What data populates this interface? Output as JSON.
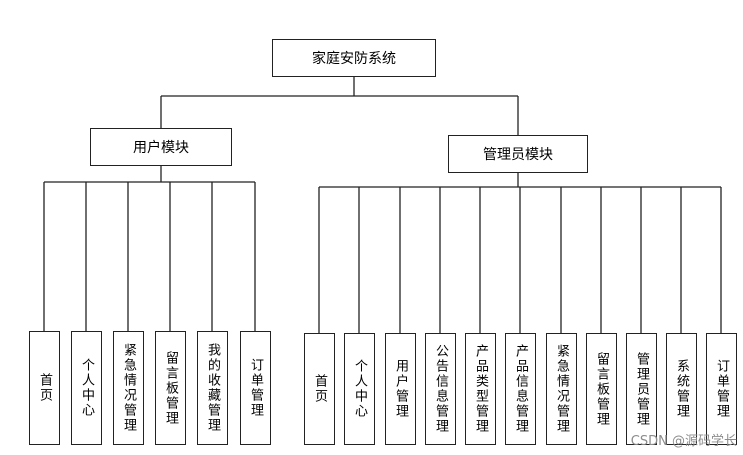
{
  "root": {
    "label": "家庭安防系统"
  },
  "user_module": {
    "label": "用户模块",
    "items": [
      "首页",
      "个人中心",
      "紧急情况管理",
      "留言板管理",
      "我的收藏管理",
      "订单管理"
    ]
  },
  "admin_module": {
    "label": "管理员模块",
    "items": [
      "首页",
      "个人中心",
      "用户管理",
      "公告信息管理",
      "产品类型管理",
      "产品信息管理",
      "紧急情况管理",
      "留言板管理",
      "管理员管理",
      "系统管理",
      "订单管理"
    ]
  },
  "watermark": "CSDN @源码学长"
}
